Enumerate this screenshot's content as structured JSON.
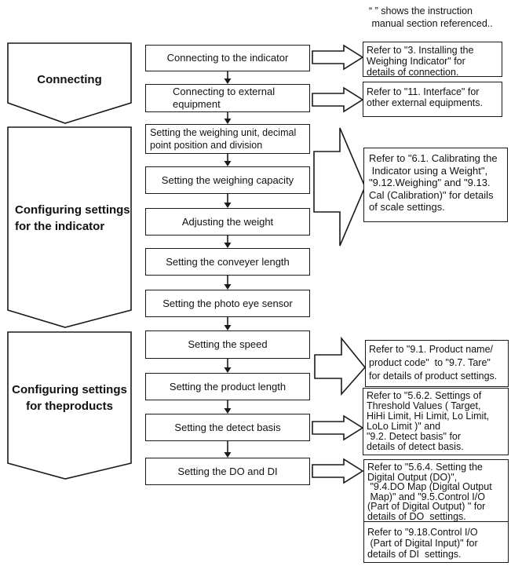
{
  "note_top": "“ ” shows the instruction\n manual section referenced..",
  "stages": [
    {
      "label": "Connecting"
    },
    {
      "label": "Configuring settings\nfor the indicator"
    },
    {
      "label": "Configuring settings\nfor theproducts"
    }
  ],
  "steps": [
    {
      "label": "Connecting to the indicator"
    },
    {
      "label": "Connecting to external\nequipment"
    },
    {
      "label": "Setting the weighing unit, decimal\npoint position and division"
    },
    {
      "label": "Setting the weighing capacity"
    },
    {
      "label": "Adjusting the weight"
    },
    {
      "label": "Setting the conveyer length"
    },
    {
      "label": "Setting the photo eye sensor"
    },
    {
      "label": "Setting the speed"
    },
    {
      "label": "Setting the product length"
    },
    {
      "label": "Setting the detect basis"
    },
    {
      "label": "Setting the DO and DI"
    }
  ],
  "references": [
    {
      "text": "Refer to \"3. Installing the\nWeighing Indicator\" for\ndetails of connection."
    },
    {
      "text": "Refer to \"11. Interface\" for\nother external equipments."
    },
    {
      "text": "Refer to \"6.1. Calibrating the\n Indicator using a Weight\",\n\"9.12.Weighing\" and \"9.13.\nCal (Calibration)\" for details\nof scale settings."
    },
    {
      "text": "Refer to \"9.1. Product name/\nproduct code\"  to \"9.7. Tare\"\nfor details of product settings."
    },
    {
      "text": "Refer to \"5.6.2. Settings of\nThreshold Values ( Target,\nHiHi Limit, Hi Limit, Lo Limit,\nLoLo Limit )\" and\n\"9.2. Detect basis\" for\ndetails of detect basis."
    },
    {
      "text": "Refer to \"5.6.4. Setting the\nDigital Output (DO)\",\n \"9.4.DO Map (Digital Output\n Map)\" and \"9.5.Control I/O\n(Part of Digital Output) \" for\ndetails of DO  settings."
    },
    {
      "text": "Refer to \"9.18.Control I/O\n (Part of Digital Input)\" for\ndetails of DI  settings."
    }
  ],
  "colors": {
    "stroke": "#1a1a1a",
    "background": "#ffffff",
    "text": "#111111"
  }
}
